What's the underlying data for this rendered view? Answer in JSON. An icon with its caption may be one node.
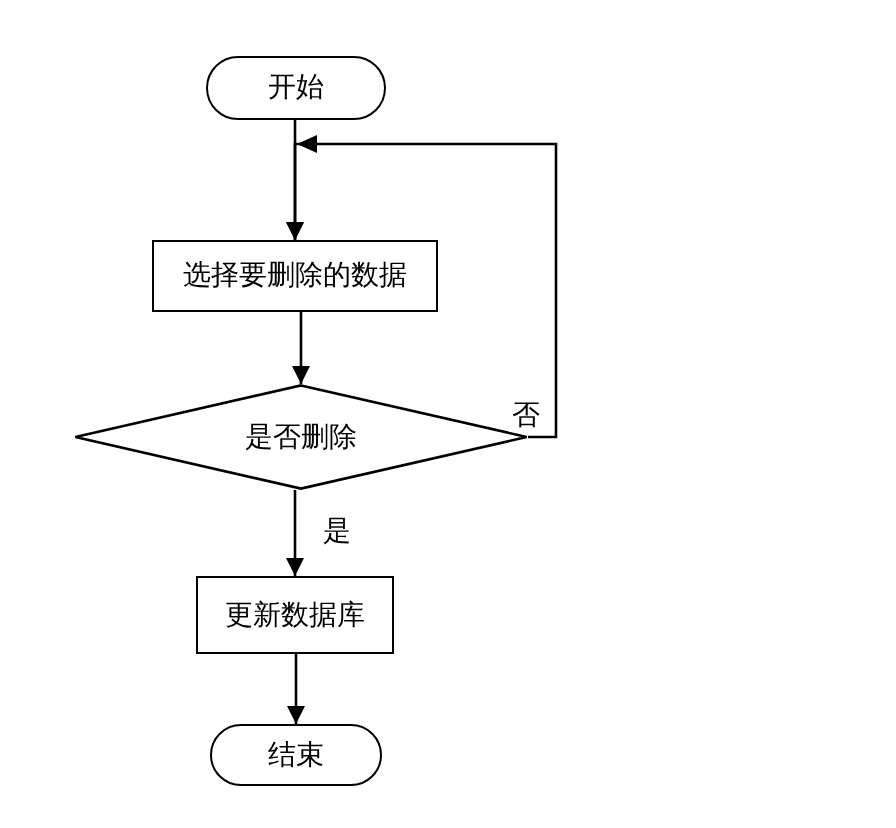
{
  "diagram": {
    "nodes": [
      {
        "text": [
          "开始"
        ]
      },
      {
        "text": [
          "选择要删除的数据"
        ]
      },
      {
        "text": [
          "是否删除"
        ]
      },
      {
        "text": [
          "更新数据库"
        ]
      },
      {
        "text": [
          "结束"
        ]
      }
    ],
    "edges": [
      {
        "from": 0,
        "to": 1,
        "arrow": "to"
      },
      {
        "from": 1,
        "to": 2,
        "arrow": "to"
      },
      {
        "from": 2,
        "to": 3,
        "arrow": "to",
        "label": "是"
      },
      {
        "from": 3,
        "to": 4,
        "arrow": "to"
      },
      {
        "from": 2,
        "to": 1,
        "arrow": "to",
        "label": "否"
      }
    ]
  }
}
